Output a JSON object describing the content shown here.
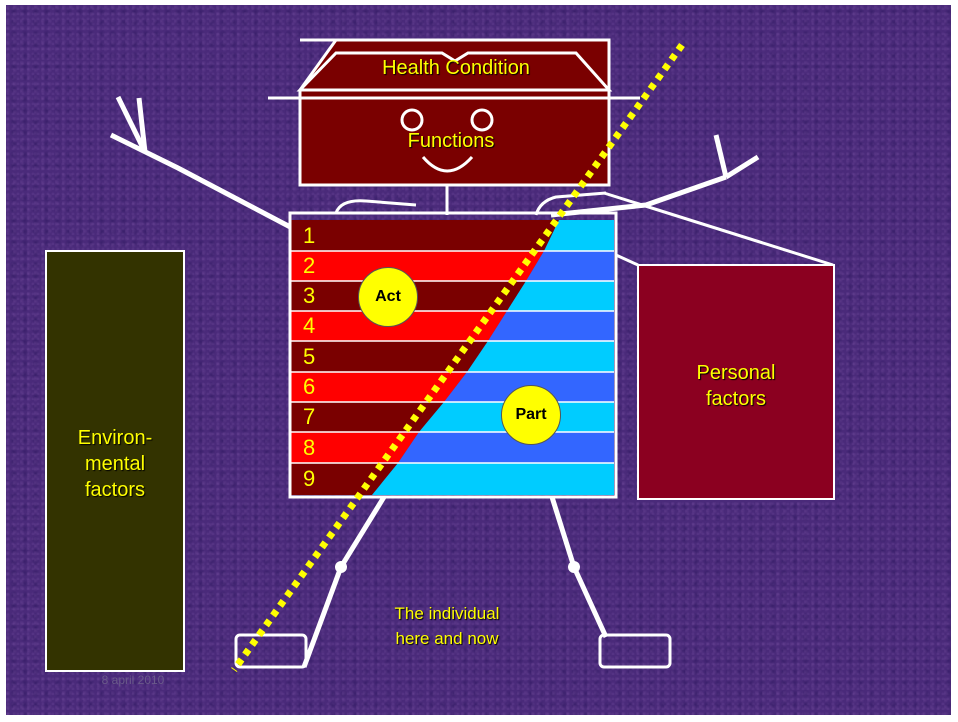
{
  "head": {
    "title": "Health Condition",
    "subtitle": "Functions"
  },
  "body_rows": {
    "numbers": [
      "1",
      "2",
      "3",
      "4",
      "5",
      "6",
      "7",
      "8",
      "9"
    ]
  },
  "bubbles": {
    "act": "Act",
    "part": "Part"
  },
  "boxes": {
    "environmental": "Environ-\nmental\nfactors",
    "personal": "Personal\nfactors"
  },
  "caption": "The individual\nhere and now",
  "footer_date": "8 april 2010",
  "colors": {
    "background": "#4a2a7a",
    "head_fill": "#7a0000",
    "row_dark_red": "#7a0000",
    "row_red": "#ff0000",
    "row_cyan": "#00ccff",
    "row_blue": "#3366ff",
    "env_box": "#333300",
    "personal_box": "#8b0020",
    "text_yellow": "#ffff00",
    "stick_white": "#ffffff"
  }
}
